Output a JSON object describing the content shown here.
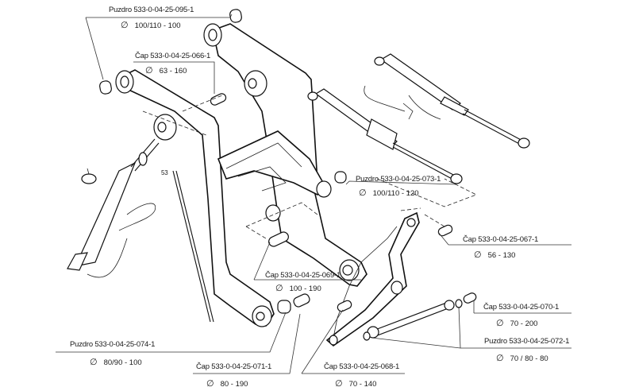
{
  "diagram": {
    "type": "exploded-parts-diagram",
    "subject": "loader boom arm assembly with hydraulic cylinders",
    "callouts": [
      {
        "id": "puzdro-095",
        "part": "Puzdro 533-0-04-25-095-1",
        "dimension": "100/110 - 100"
      },
      {
        "id": "cap-066",
        "part": "Čap 533-0-04-25-066-1",
        "dimension": "63 - 160"
      },
      {
        "id": "puzdro-073",
        "part": "Puzdro 533-0-04-25-073-1",
        "dimension": "100/110 - 120"
      },
      {
        "id": "cap-067",
        "part": "Čap 533-0-04-25-067-1",
        "dimension": "56 - 130"
      },
      {
        "id": "cap-069",
        "part": "Čap 533-0-04-25-069-1",
        "dimension": "100 - 190"
      },
      {
        "id": "cap-070",
        "part": "Čap 533-0-04-25-070-1",
        "dimension": "70 - 200"
      },
      {
        "id": "puzdro-072",
        "part": "Puzdro 533-0-04-25-072-1",
        "dimension": "70 / 80 - 80"
      },
      {
        "id": "puzdro-074",
        "part": "Puzdro 533-0-04-25-074-1",
        "dimension": "80/90 - 100"
      },
      {
        "id": "cap-071",
        "part": "Čap 533-0-04-25-071-1",
        "dimension": "80 - 190"
      },
      {
        "id": "cap-068",
        "part": "Čap 533-0-04-25-068-1",
        "dimension": "70 - 140"
      }
    ],
    "diameter_symbol": "∅",
    "small_numbers": [
      "53"
    ]
  }
}
